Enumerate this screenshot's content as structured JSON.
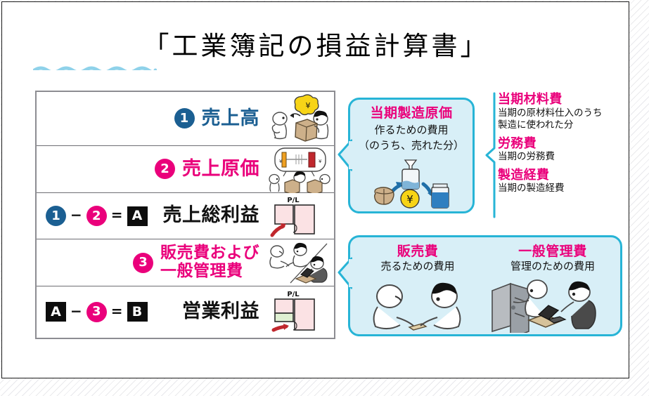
{
  "slide": {
    "title": "「工業簿記の損益計算書」"
  },
  "table": {
    "rows": [
      {
        "formula": [],
        "badge": "1",
        "badge_style": "circle-blue",
        "name": "売上高",
        "name_style": "blue",
        "illustration": "selling-product-for-money"
      },
      {
        "formula": [],
        "badge": "2",
        "badge_style": "circle-pink",
        "name": "売上原価",
        "name_style": "pink",
        "illustration": "cost-price-comparison"
      },
      {
        "formula": [
          "1",
          "−",
          "2",
          "=",
          "A"
        ],
        "badge": "A",
        "badge_style": "square-black",
        "name": "売上総利益",
        "name_style": "black",
        "illustration": "pl-gross-profit"
      },
      {
        "formula": [],
        "badge": "3",
        "badge_style": "circle-pink",
        "name_line1": "販売費および",
        "name_line1_small": "および",
        "name_line2": "一般管理費",
        "name_style": "pink",
        "illustration": "sales-and-admin-people"
      },
      {
        "formula": [
          "A",
          "−",
          "3",
          "=",
          "B"
        ],
        "badge": "B",
        "badge_style": "square-black",
        "name": "営業利益",
        "name_style": "black",
        "illustration": "pl-operating-profit"
      }
    ]
  },
  "callout_top": {
    "heading": "当期製造原価",
    "sub_line1": "作るための費用",
    "sub_line2": "（のうち、売れた分）",
    "illustration": "materials-to-product-flow"
  },
  "callout_bottom": {
    "columns": [
      {
        "heading": "販売費",
        "sub": "売るための費用",
        "illustration": "two-people-selling"
      },
      {
        "heading": "一般管理費",
        "sub": "管理のための費用",
        "illustration": "office-admin-work"
      }
    ]
  },
  "bracket_list": {
    "items": [
      {
        "heading": "当期材料費",
        "desc_line1": "当期の原材料仕入のうち",
        "desc_line2": "製造に使われた分"
      },
      {
        "heading": "労務費",
        "desc_line1": "当期の労務費",
        "desc_line2": ""
      },
      {
        "heading": "製造経費",
        "desc_line1": "当期の製造経費",
        "desc_line2": ""
      }
    ]
  },
  "colors": {
    "blue": "#1b5f92",
    "pink": "#ea007b",
    "cyan_border": "#27b4d6",
    "callout_fill": "#d8eff7",
    "black": "#0d0d0d"
  },
  "labels": {
    "pl_diagram": "P/L",
    "yen_symbol": "¥"
  }
}
